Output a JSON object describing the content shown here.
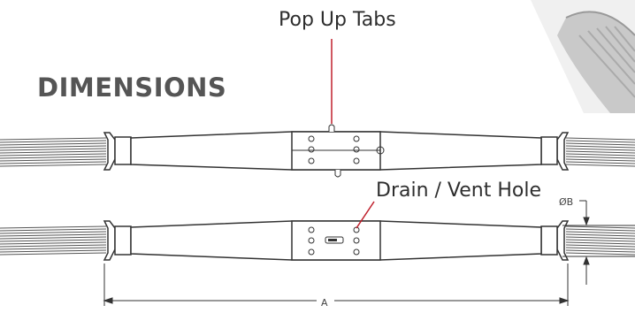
{
  "title": "DIMENSIONS",
  "callouts": {
    "pop_up_tabs": "Pop Up Tabs",
    "drain_vent_hole": "Drain / Vent Hole"
  },
  "dimensions": {
    "diameter_label": "ØB",
    "length_label": "A"
  },
  "colors": {
    "callout_line": "#c0202c",
    "outline": "#333333",
    "title": "#555555"
  },
  "icons": [
    "cable-strands",
    "end-cap",
    "center-sleeve",
    "pop-up-tab",
    "drain-vent-hole",
    "photo-inset"
  ]
}
